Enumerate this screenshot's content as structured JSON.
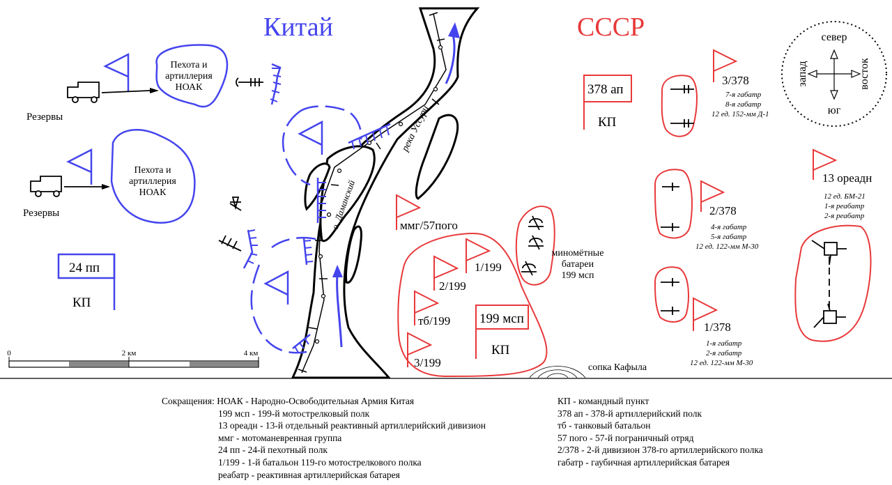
{
  "titles": {
    "china": "Китай",
    "ussr": "СССР"
  },
  "compass": {
    "north": "север",
    "south": "юг",
    "west": "запад",
    "east": "восток"
  },
  "china_units": {
    "infantry_1": [
      "Пехота и",
      "артиллерия",
      "НОАК"
    ],
    "infantry_2": [
      "Пехота и",
      "артиллерия",
      "НОАК"
    ],
    "reserves_1": "Резервы",
    "reserves_2": "Резервы",
    "regiment_24": "24 пп",
    "command_post": "КП"
  },
  "terrain": {
    "river": "река Уссури",
    "island": "о. Даманский",
    "hill": "сопка Кафыла"
  },
  "ussr_units": {
    "mmg": "ммг/57пого",
    "b1": "1/199",
    "b2": "2/199",
    "tb": "тб/199",
    "b3": "3/199",
    "msp": "199 мсп",
    "msp_kp": "КП",
    "mortars": [
      "миномётные",
      "батареи",
      "199 мсп"
    ],
    "ap": "378 ап",
    "ap_kp": "КП",
    "d3": {
      "label": "3/378",
      "lines": [
        "7-я габатр",
        "8-я габатр",
        "12 ед.  152-мм Д-1"
      ]
    },
    "d2": {
      "label": "2/378",
      "lines": [
        "4-я габатр",
        "5-я габатр",
        "12 ед.  122-мм М-30"
      ]
    },
    "d1": {
      "label": "1/378",
      "lines": [
        "1-я габатр",
        "2-я габатр",
        "12 ед.  122-мм М-30"
      ]
    },
    "oreadn": {
      "label": "13 ореадн",
      "lines": [
        "12 ед.  БМ-21",
        "1-я реабатр",
        "2-я реабатр"
      ]
    }
  },
  "scale": {
    "start": "0",
    "mid": "2 км",
    "end": "4 км"
  },
  "legend": {
    "heading": "Сокращения:",
    "left": [
      "НОАК - Народно-Освободительная Армия Китая",
      "199 мсп - 199-й мотострелковый полк",
      "13 ореадн - 13-й отдельный реактивный артиллерийский дивизион",
      "ммг - мотоманевренная группа",
      "24 пп - 24-й пехотный полк",
      "1/199 - 1-й батальон 119-го мотострелкового полка",
      "реабатр - реактивная артиллерийская батарея"
    ],
    "right": [
      "КП - командный пункт",
      "378 ап - 378-й артиллерийский полк",
      "тб - танковый батальон",
      "57 пого - 57-й пограничный отряд",
      "2/378 - 2-й дивизион 378-го артиллерийского полка",
      "габатр - гаубичная артиллерийская батарея"
    ]
  },
  "colors": {
    "china": "#4444ee",
    "ussr": "#e8383a",
    "ink": "#000000"
  }
}
